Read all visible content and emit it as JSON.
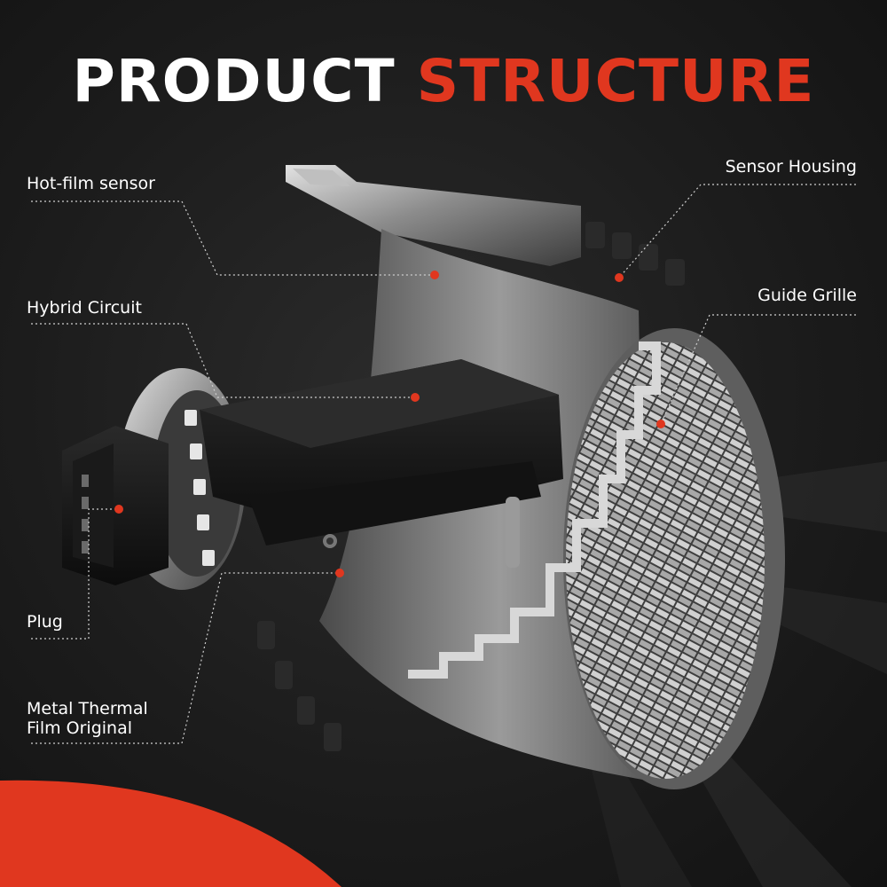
{
  "title": {
    "word1": "PRODUCT",
    "word2": "STRUCTURE"
  },
  "labels": {
    "hot_film_sensor": "Hot-film sensor",
    "hybrid_circuit": "Hybrid Circuit",
    "plug": "Plug",
    "metal_thermal_line1": "Metal Thermal",
    "metal_thermal_line2": "Film Original",
    "sensor_housing": "Sensor Housing",
    "guide_grille": "Guide Grille"
  },
  "colors": {
    "accent": "#e0371f",
    "background": "#1c1c1c",
    "text": "#ffffff",
    "leader_line": "#cfcfcf",
    "metal": "#8a8a8a",
    "plastic": "#151515"
  }
}
